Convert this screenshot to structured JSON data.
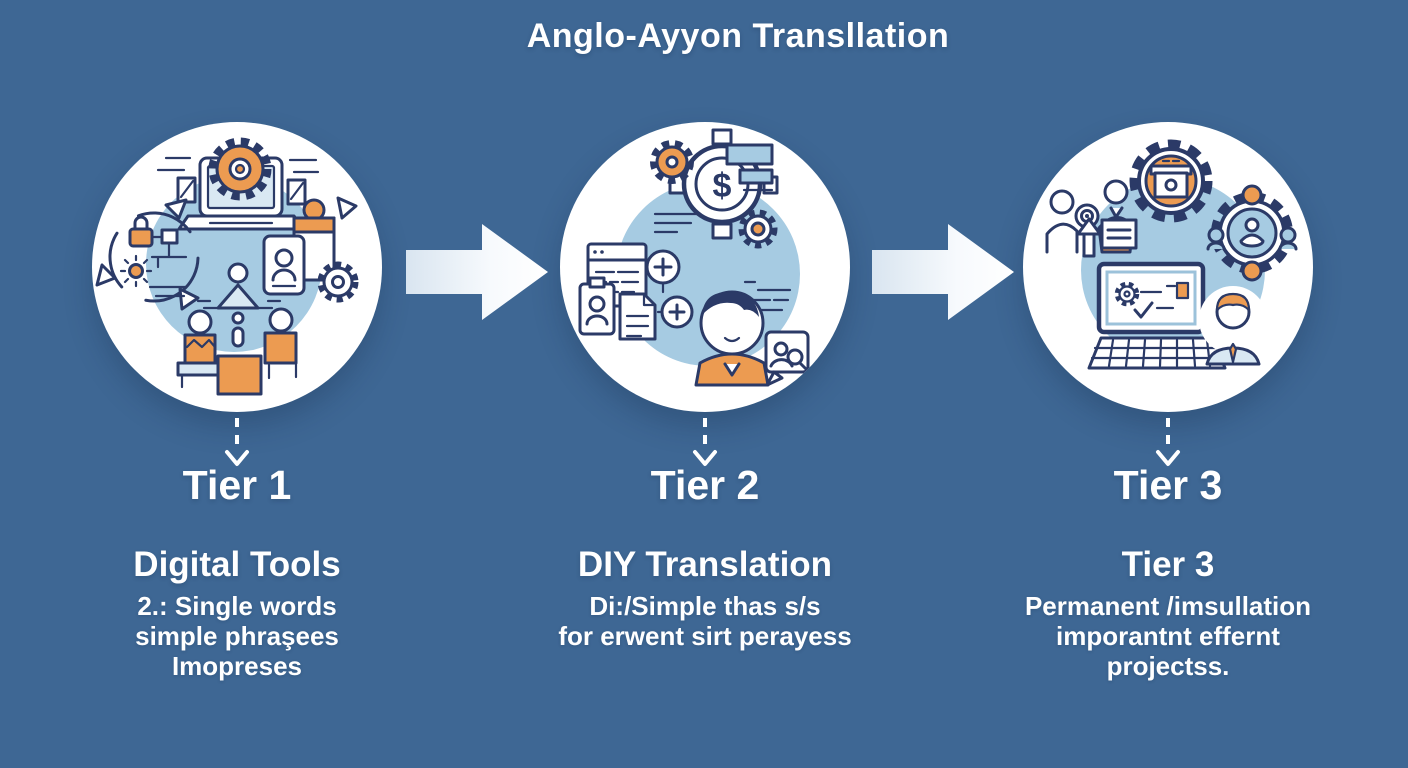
{
  "title": "Anglo-Ayyon Transllation",
  "colors": {
    "background": "#3E6794",
    "circle_fill": "#FFFFFF",
    "circle_inner": "#A6CBE2",
    "line_art_outline": "#2B3A67",
    "accent_orange": "#EC9B51",
    "text": "#FFFFFF",
    "arrow": "#FFFFFF"
  },
  "stages": [
    {
      "tier_label": "Tier 1",
      "heading": "Digital Tools",
      "lines": [
        "2.: Single words",
        "simple phraşees",
        "Imopreses"
      ],
      "icons": [
        "laptop-gear",
        "process-cycle-lock-sun",
        "id-badge-gear",
        "team-meeting"
      ]
    },
    {
      "tier_label": "Tier 2",
      "heading": "DIY Translation",
      "dollar_symbol": "$",
      "lines": [
        "Di:/Simple thas s/s",
        "for erwent sirt perayess"
      ],
      "icons": [
        "dollar-target-gear",
        "orange-gear",
        "tag-labels",
        "documents-merge-plus",
        "id-card",
        "person",
        "chat-bubble-search"
      ]
    },
    {
      "tier_label": "Tier 3",
      "heading": "Tier 3",
      "lines": [
        "Permanent /imsullation",
        "imporantnt effernt",
        "projectss."
      ],
      "icons": [
        "calendar-gear",
        "people-network-gear",
        "team-review-scope-arrow",
        "computer-settings-keyboard",
        "support-person"
      ]
    }
  ]
}
